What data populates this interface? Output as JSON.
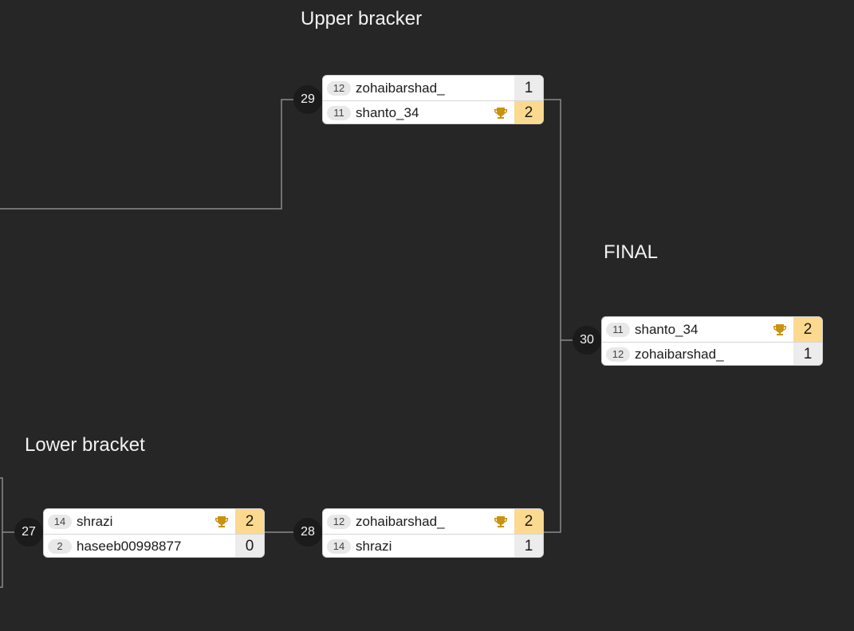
{
  "sections": {
    "upper_title": "Upper bracker",
    "lower_title": "Lower bracket",
    "final_title": "FINAL"
  },
  "colors": {
    "background": "#262626",
    "connector": "#8a8a8a",
    "winner_score_bg": "#fbd98f",
    "loser_score_bg": "#ececec",
    "trophy": "#c9920f"
  },
  "icons": {
    "winner": "trophy-icon"
  },
  "matches": {
    "m29": {
      "number": "29",
      "p1": {
        "seed": "12",
        "name": "zohaibarshad_",
        "score": "1",
        "winner": false
      },
      "p2": {
        "seed": "11",
        "name": "shanto_34",
        "score": "2",
        "winner": true
      }
    },
    "m30": {
      "number": "30",
      "p1": {
        "seed": "11",
        "name": "shanto_34",
        "score": "2",
        "winner": true
      },
      "p2": {
        "seed": "12",
        "name": "zohaibarshad_",
        "score": "1",
        "winner": false
      }
    },
    "m27": {
      "number": "27",
      "p1": {
        "seed": "14",
        "name": "shrazi",
        "score": "2",
        "winner": true
      },
      "p2": {
        "seed": "2",
        "name": "haseeb00998877",
        "score": "0",
        "winner": false
      }
    },
    "m28": {
      "number": "28",
      "p1": {
        "seed": "12",
        "name": "zohaibarshad_",
        "score": "2",
        "winner": true
      },
      "p2": {
        "seed": "14",
        "name": "shrazi",
        "score": "1",
        "winner": false
      }
    }
  }
}
